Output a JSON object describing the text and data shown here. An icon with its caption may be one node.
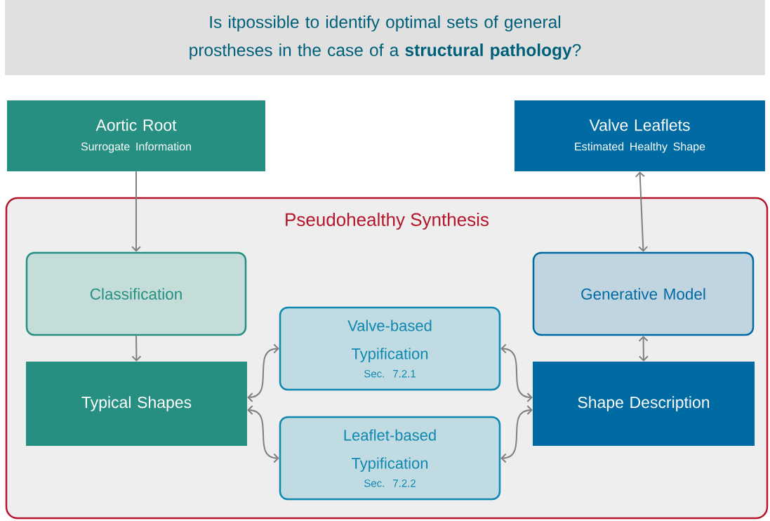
{
  "diagram": {
    "title": "Is itpossible to identify optimal sets of general prostheses in the case of a **structural pathology**?",
    "nodes": [
      {
        "text": [
          "Aortic Root",
          "Surrogate Information"
        ]
      },
      {
        "text": [
          "Valve Leaflets",
          "Estimated Healthy Shape"
        ]
      },
      {
        "text": [
          "Pseudohealthy Synthesis"
        ]
      },
      {
        "text": [
          "Classification"
        ],
        "in": 2
      },
      {
        "text": [
          "Generative Model"
        ],
        "in": 2
      },
      {
        "text": [
          "Valve-based Typification",
          "Sec. 7.2.1"
        ],
        "in": 2
      },
      {
        "text": [
          "Typical Shapes"
        ],
        "in": 2
      },
      {
        "text": [
          "Shape Description"
        ],
        "in": 2
      },
      {
        "text": [
          "Leaflet-based Typification",
          "Sec. 7.2.2"
        ],
        "in": 2
      }
    ],
    "edges": [
      {
        "from": 0,
        "to": 3,
        "arrow": "to"
      },
      {
        "from": 1,
        "to": 4,
        "arrow": "both"
      },
      {
        "from": 3,
        "to": 6,
        "arrow": "to"
      },
      {
        "from": 4,
        "to": 7,
        "arrow": "both"
      },
      {
        "from": 6,
        "to": 5,
        "arrow": "both"
      },
      {
        "from": 6,
        "to": 8,
        "arrow": "both"
      },
      {
        "from": 7,
        "to": 5,
        "arrow": "both"
      },
      {
        "from": 7,
        "to": 8,
        "arrow": "both"
      }
    ]
  }
}
